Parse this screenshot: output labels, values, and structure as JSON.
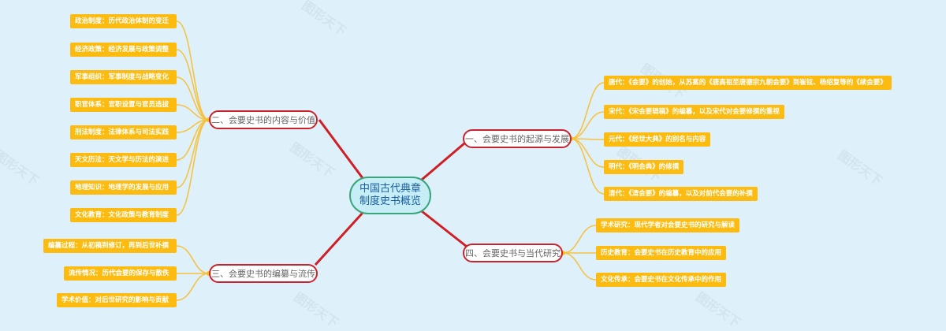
{
  "root": {
    "line1": "中国古代典章",
    "line2": "制度史书概览"
  },
  "branches": {
    "b1": {
      "label": "一、会要史书的起源与发展",
      "leaves": [
        "唐代：《会要》的创始，从苏冕的《唐高祖至唐德宗九朝会要》到崔铉、杨绍复等的《续会要》",
        "宋代：《宋会要辑稿》的编纂，以及宋代对会要修撰的重视",
        "元代：《经世大典》的别名与内容",
        "明代：《明会典》的修撰",
        "清代：《清会要》的编纂，以及对前代会要的补撰"
      ]
    },
    "b2": {
      "label": "二、会要史书的内容与价值",
      "leaves": [
        "政治制度：历代政治体制的变迁",
        "经济政策：经济发展与政策调整",
        "军事组织：军事制度与战略变化",
        "职官体系：官职设置与官员选拔",
        "刑法制度：法律体系与司法实践",
        "天文历法：天文学与历法的演进",
        "地理知识：地理学的发展与应用",
        "文化教育：文化政策与教育制度"
      ]
    },
    "b3": {
      "label": "三、会要史书的编纂与流传",
      "leaves": [
        "编纂过程：从初稿到修订，再到后世补撰",
        "流传情况：历代会要的保存与散佚",
        "学术价值：对后世研究的影响与贡献"
      ]
    },
    "b4": {
      "label": "四、会要史书与当代研究",
      "leaves": [
        "学术研究：现代学者对会要史书的研究与解读",
        "历史教育：会要史书在历史教育中的应用",
        "文化传承：会要史书在文化传承中的作用"
      ]
    }
  },
  "watermark": "图形天下",
  "colors": {
    "background": "#def1fb",
    "root_border": "#3aa57a",
    "root_fill": "#c7edf6",
    "branch_border": "#c8232c",
    "main_link": "#d01e24",
    "leaf_fill": "#fbbb11",
    "leaf_link": "#f5c243"
  }
}
